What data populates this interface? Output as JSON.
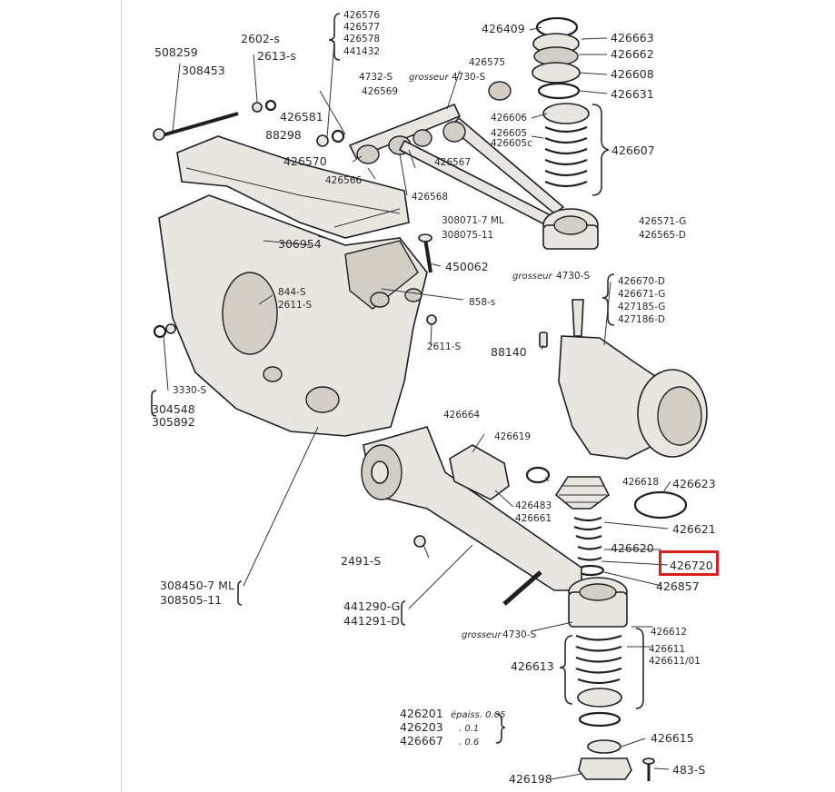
{
  "labels": {
    "p508259": "508259",
    "p308453": "308453",
    "p2602": "2602-s",
    "p2613": "2613-s",
    "p426576": "426576",
    "p426577": "426577",
    "p426578": "426578",
    "p441432": "441432",
    "p426409": "426409",
    "p426663": "426663",
    "p426662": "426662",
    "p426608": "426608",
    "p426631": "426631",
    "p426575": "426575",
    "p4732": "4732-S",
    "pGrosseur1": "grosseur",
    "p4730a": "4730-S",
    "p426569": "426569",
    "p426581": "426581",
    "p88298": "88298",
    "p426606": "426606",
    "p426605": "426605",
    "p426605c": "426605c",
    "p426607": "426607",
    "p426570": "426570",
    "p426567": "426567",
    "p426566": "426566",
    "p426568": "426568",
    "p308071": "308071-7 ML",
    "p308075": "308075-11",
    "p426571": "426571-G",
    "p426565": "426565-D",
    "p306954": "306954",
    "p450062": "450062",
    "pGrosseur2": "grosseur",
    "p4730b": "4730-S",
    "p858": "858-s",
    "p426670": "426670-D",
    "p426671": "426671-G",
    "p427185": "427185-G",
    "p427186": "427186-D",
    "p844": "844-S",
    "p2611a": "2611-S",
    "p2611b": "2611-S",
    "p88140": "88140",
    "p3330": "3330-S",
    "p304548": "304548",
    "p305892": "305892",
    "p426664": "426664",
    "p426619": "426619",
    "p426618": "426618",
    "p426623": "426623",
    "p426483": "426483",
    "p426661": "426661",
    "p426621": "426621",
    "p426620": "426620",
    "p2491": "2491-S",
    "p426720": "426720",
    "p426857": "426857",
    "p308450": "308450-7 ML",
    "p308505": "308505-11",
    "p441290": "441290-G",
    "p441291": "441291-D",
    "pGrosseur3": "grosseur",
    "p4730c": "4730-S",
    "p426612": "426612",
    "p426611": "426611",
    "p426611b": "426611/01",
    "p426613": "426613",
    "p426201": "426201",
    "p426203": "426203",
    "p426667": "426667",
    "pEpais": "épaiss. 0.05",
    "pE1": ". 0.1",
    "pE2": ". 0.6",
    "p426615": "426615",
    "p426198": "426198",
    "p483": "483-S"
  },
  "highlight": {
    "target": "426720",
    "color": "#d61f1f"
  }
}
